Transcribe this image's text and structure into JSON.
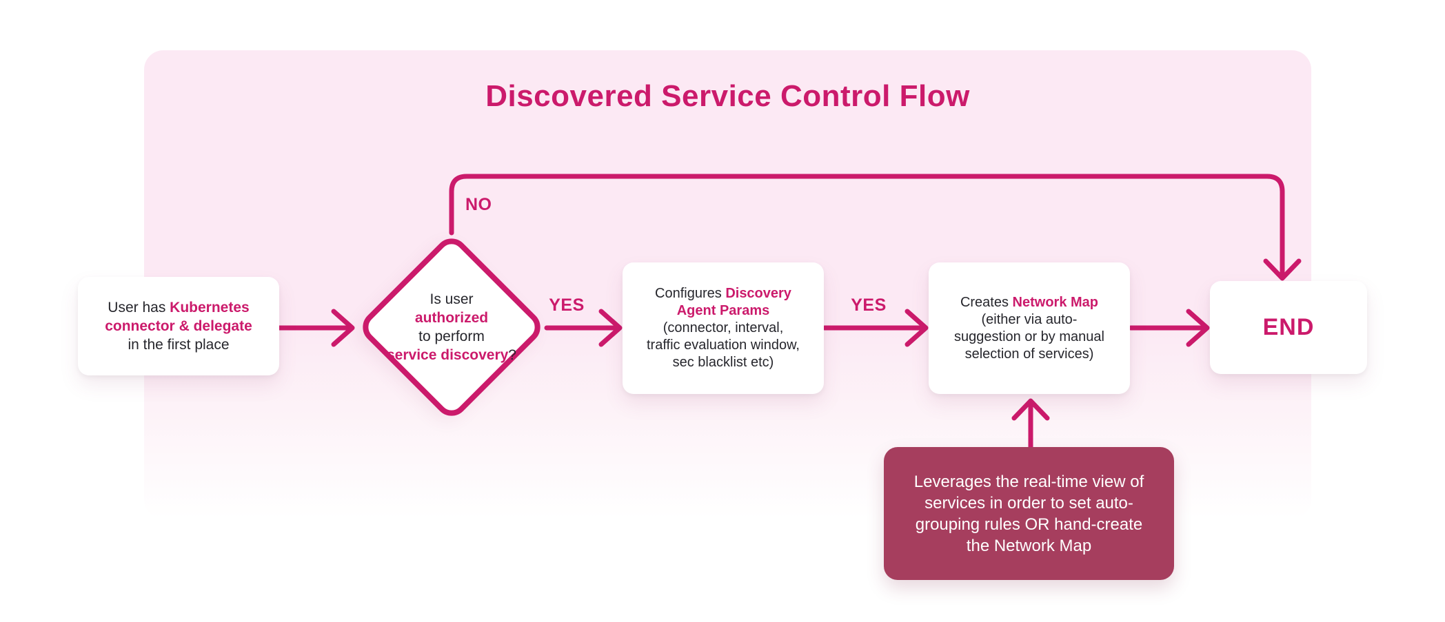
{
  "title": "Discovered Service Control Flow",
  "colors": {
    "accent": "#cb1a6b",
    "berry": "#a63e5e",
    "panel_pink": "#fce9f4",
    "text_dark": "#26262c",
    "node_bg": "#ffffff"
  },
  "labels": {
    "no": "NO",
    "yes1": "YES",
    "yes2": "YES"
  },
  "nodes": {
    "start": {
      "l1a": "User has ",
      "l1b": "Kubernetes",
      "l2": "connector & delegate",
      "l3": "in the first place"
    },
    "decision": {
      "l1": "Is user",
      "l2": "authorized",
      "l3": "to perform",
      "l4a": "service discovery",
      "l4b": "?"
    },
    "configure": {
      "l1a": "Configures ",
      "l1b": "Discovery",
      "l2": "Agent Params",
      "l3": "(connector, interval,",
      "l4": "traffic evaluation window,",
      "l5": "sec blacklist etc)"
    },
    "create_map": {
      "l1a": "Creates ",
      "l1b": "Network Map",
      "l2": "(either via auto-",
      "l3": "suggestion or by manual",
      "l4": "selection of services)"
    },
    "end": {
      "label": "END"
    },
    "note": {
      "l1": "Leverages the real-time view of",
      "l2": "services in order to set auto-",
      "l3": "grouping rules OR hand-create",
      "l4": "the Network Map"
    }
  }
}
